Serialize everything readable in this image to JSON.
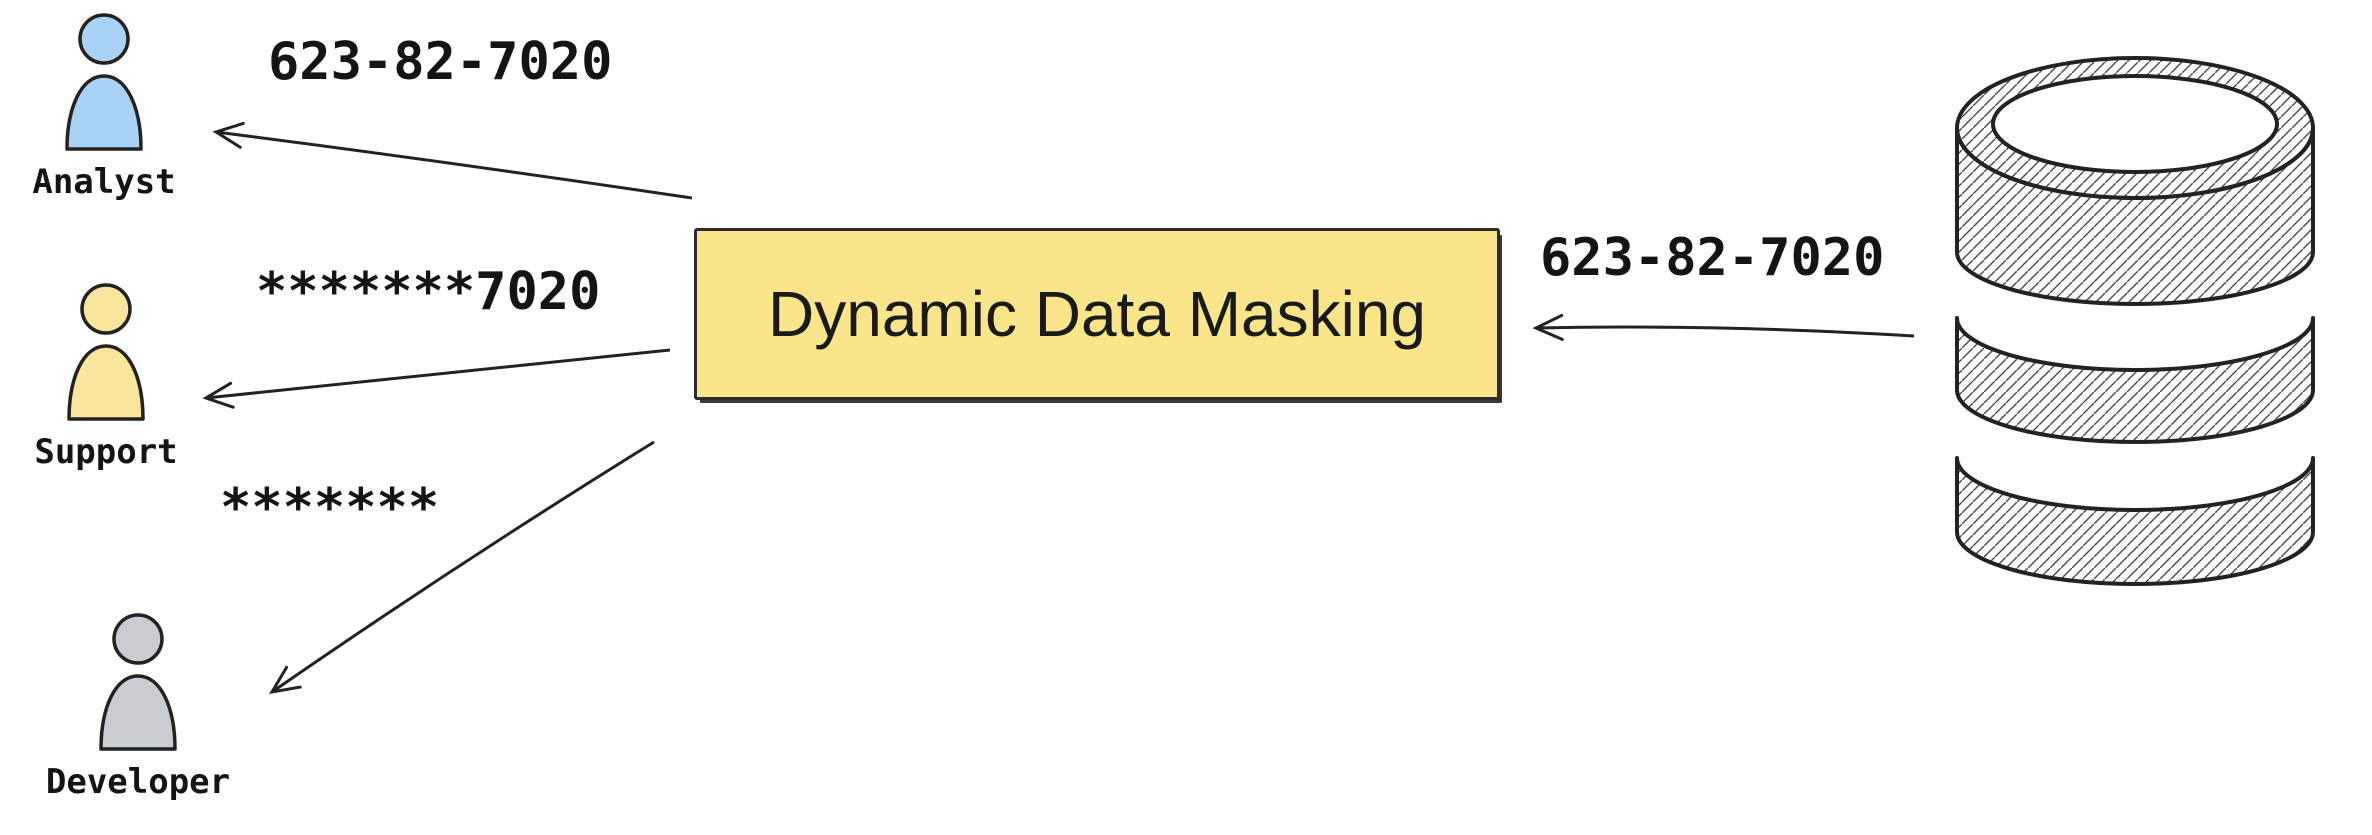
{
  "diagram": {
    "title_hint": "Dynamic Data Masking flow",
    "database": {
      "icon": "database-cylinder-icon"
    },
    "source_value": "623-82-7020",
    "masking_box": {
      "label": "Dynamic Data Masking",
      "fill": "#FBE58A"
    },
    "outputs": [
      {
        "role": "Analyst",
        "value": "623-82-7020",
        "color": "#A9D3F5"
      },
      {
        "role": "Support",
        "value": "*******7020",
        "color": "#FAE59C"
      },
      {
        "role": "Developer",
        "value": "*******",
        "color": "#C9CDD2"
      }
    ],
    "stroke_color": "#222222"
  }
}
